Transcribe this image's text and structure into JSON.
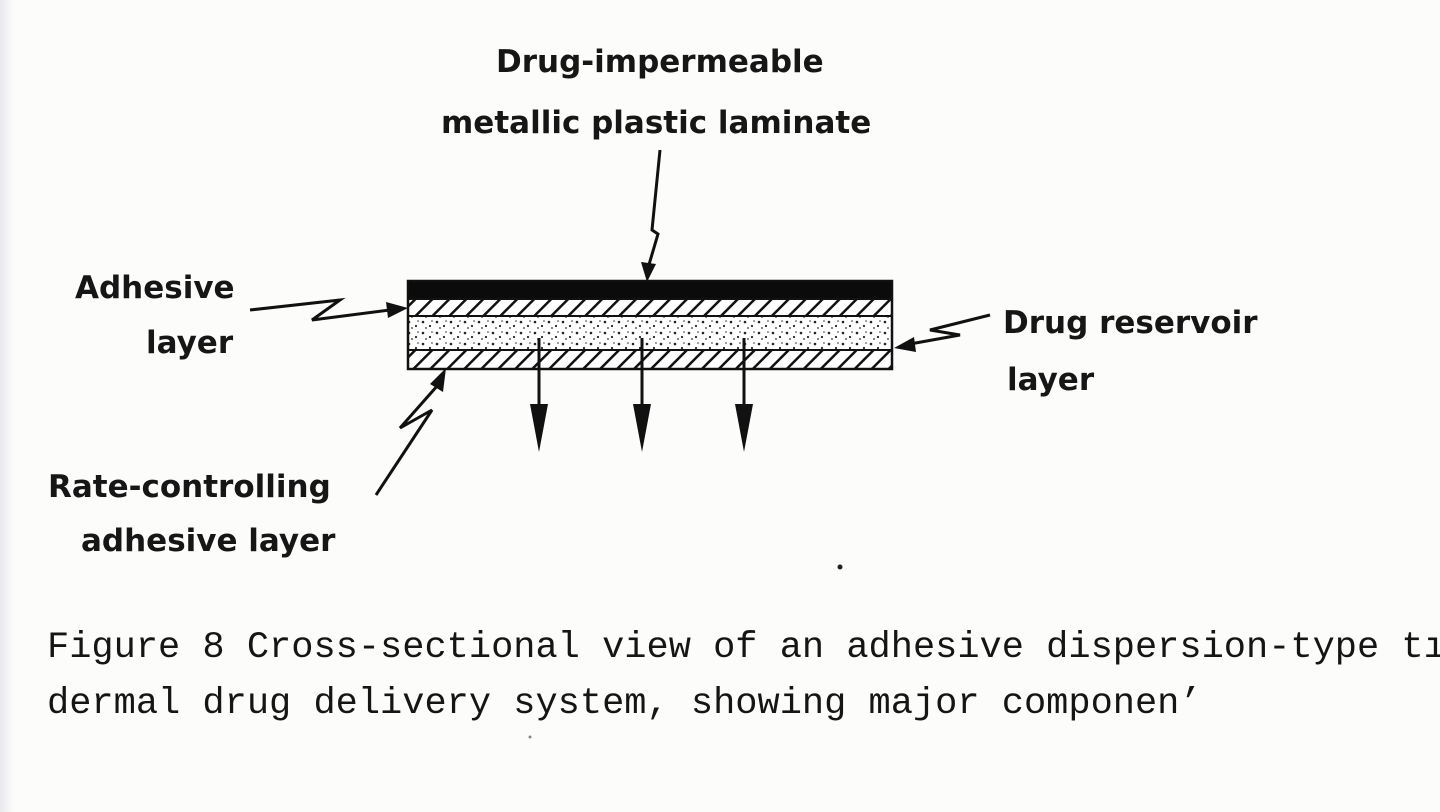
{
  "labels": {
    "laminate": [
      "Drug-impermeable",
      "metallic plastic laminate"
    ],
    "adhesive": [
      "Adhesive",
      "layer"
    ],
    "reservoir": [
      "Drug reservoir",
      "layer"
    ],
    "rate_controlling": [
      "Rate-controlling",
      "adhesive layer"
    ]
  },
  "caption": {
    "line1": "Figure 8   Cross-sectional view of an adhesive dispersion-type tı",
    "line2": "dermal drug delivery system, showing major componen’"
  }
}
